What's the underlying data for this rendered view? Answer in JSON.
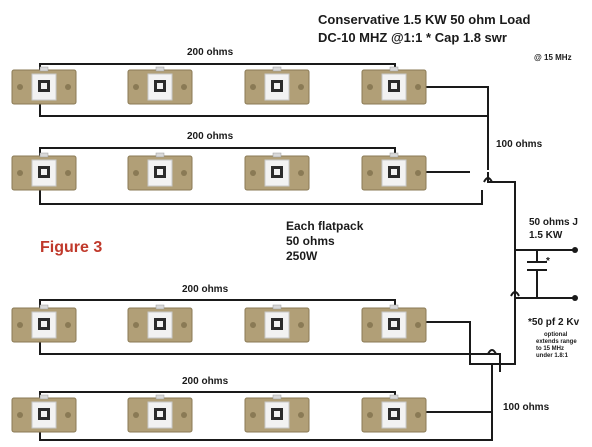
{
  "title": {
    "line1": "Conservative 1.5 KW  50 ohm Load",
    "line2": "DC-10 MHZ @1:1  * Cap 1.8 swr",
    "line3": "@ 15 MHz"
  },
  "figure_label": "Figure 3",
  "rows": [
    {
      "label": "200 ohms"
    },
    {
      "label": "200 ohms"
    },
    {
      "label": "200 ohms"
    },
    {
      "label": "200 ohms"
    }
  ],
  "groups": [
    {
      "label": "100 ohms"
    },
    {
      "label": "100 ohms"
    }
  ],
  "flatpack": {
    "line1": "Each flatpack",
    "line2": "50 ohms",
    "line3": "250W"
  },
  "output": {
    "line1": "50 ohms  J",
    "line2": "1.5 KW"
  },
  "cap": {
    "marker": "*",
    "line1": "*50 pf  2 Kv",
    "note1": "optional",
    "note2": "extends range",
    "note3": "to 15 MHz",
    "note4": "under 1.8:1"
  },
  "colors": {
    "resistor_tab": "#b19f77",
    "resistor_tab_dark": "#8a7a55",
    "resistor_body": "#f2f2f2",
    "resistor_chip": "#2b2b2b",
    "wire": "#1a1a1a",
    "figure_label": "#c0392b"
  }
}
